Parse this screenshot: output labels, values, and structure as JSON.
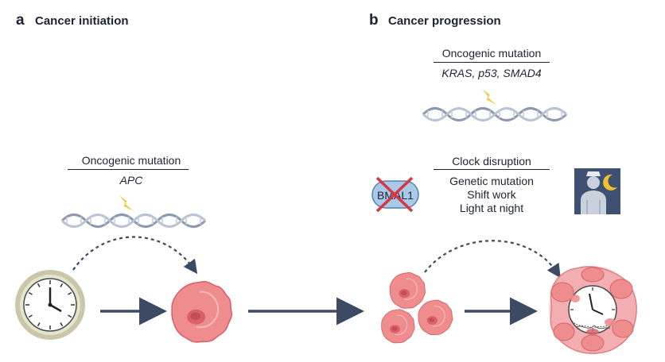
{
  "panel_a": {
    "letter": "a",
    "title": "Cancer initiation",
    "mutation_heading": "Oncogenic mutation",
    "gene": "APC"
  },
  "panel_b": {
    "letter": "b",
    "title": "Cancer progression",
    "mutation_heading": "Oncogenic mutation",
    "genes": "KRAS, p53, SMAD4",
    "clock_heading": "Clock disruption",
    "clock_causes": [
      "Genetic mutation",
      "Shift work",
      "Light at night"
    ],
    "crossed_gene": "BMAL1"
  },
  "colors": {
    "arrow": "#3d4a63",
    "cell": "#ef8d8e",
    "cell_dark": "#d8616a",
    "dna": "#8b98b0",
    "lightning": "#f2c12e",
    "cross": "#d9363e",
    "nurse_bg": "#3f5173",
    "bmal_fill": "#a9c9ea"
  },
  "icons": [
    "clock-icon",
    "lightning-icon",
    "dna-helix-icon",
    "cancer-cell-icon",
    "tumor-clock-icon",
    "nurse-night-icon",
    "moon-icon"
  ]
}
